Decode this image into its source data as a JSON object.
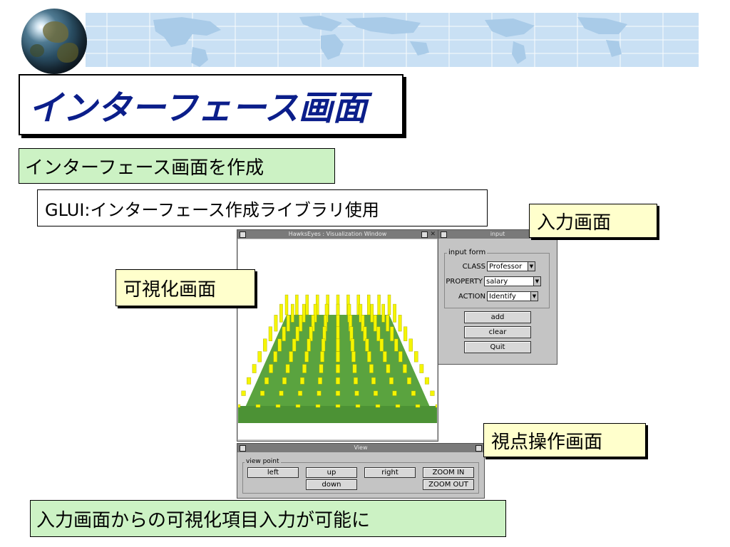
{
  "slide": {
    "title": "インターフェース画面",
    "point1": "インターフェース画面を作成",
    "point2": "GLUI:インターフェース作成ライブラリ使用",
    "bottom_note": "入力画面からの可視化項目入力が可能に"
  },
  "callouts": {
    "input_screen": "入力画面",
    "visualization_screen": "可視化画面",
    "viewpoint_screen": "視点操作画面"
  },
  "vis_window": {
    "title": "HawksEyes : Visualization Window"
  },
  "input_window": {
    "title": "input",
    "group_label": "input form",
    "class_label": "CLASS",
    "class_value": "Professor",
    "property_label": "PROPERTY",
    "property_value": "salary",
    "action_label": "ACTION",
    "action_value": "Identify",
    "add_button": "add",
    "clear_button": "clear",
    "quit_button": "Quit"
  },
  "view_window": {
    "title": "View",
    "group_label": "view point",
    "left_button": "left",
    "up_button": "up",
    "right_button": "right",
    "zoom_in_button": "ZOOM IN",
    "down_button": "down",
    "zoom_out_button": "ZOOM OUT"
  },
  "colors": {
    "title_text": "#0b1e8a",
    "green_note": "#ccf2c4",
    "yellow_note": "#ffffcc",
    "ground": "#5aa33f",
    "bars": "#f5f500"
  }
}
